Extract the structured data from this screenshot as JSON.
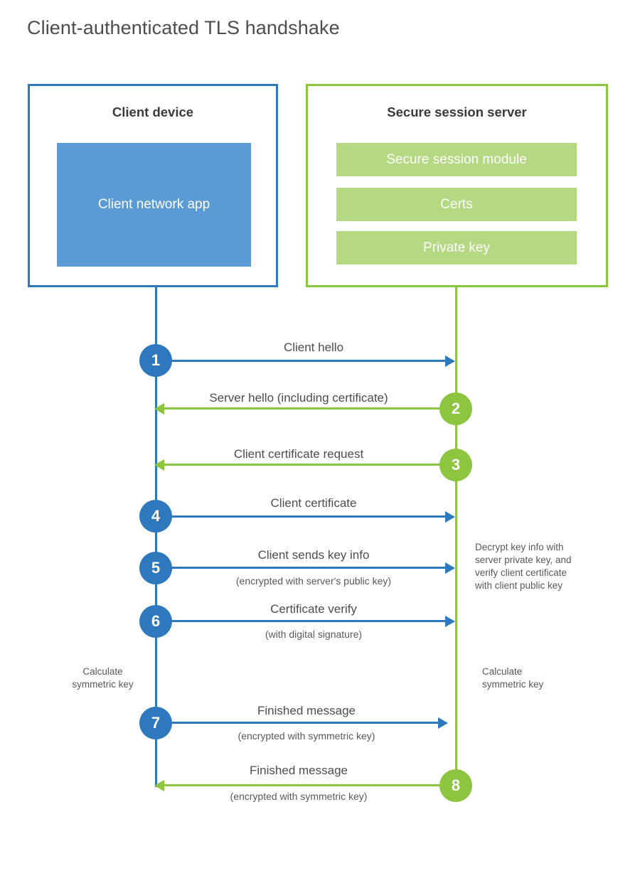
{
  "title": "Client-authenticated TLS handshake",
  "colors": {
    "client_accent": "#2e78bd",
    "client_fill": "#5b9bd5",
    "server_accent": "#8cc63f",
    "server_fill": "#b5d982",
    "text": "#4d4d4d"
  },
  "participants": {
    "client": {
      "title": "Client device",
      "app_label": "Client network\napp"
    },
    "server": {
      "title": "Secure session server",
      "modules": [
        "Secure session module",
        "Certs",
        "Private key"
      ]
    }
  },
  "messages": [
    {
      "number": "1",
      "direction": "to-server",
      "label": "Client hello",
      "sublabel": ""
    },
    {
      "number": "2",
      "direction": "to-client",
      "label": "Server hello (including certificate)",
      "sublabel": ""
    },
    {
      "number": "3",
      "direction": "to-client",
      "label": "Client certificate request",
      "sublabel": ""
    },
    {
      "number": "4",
      "direction": "to-server",
      "label": "Client certificate",
      "sublabel": ""
    },
    {
      "number": "5",
      "direction": "to-server",
      "label": "Client sends key info",
      "sublabel": "(encrypted with server's public key)"
    },
    {
      "number": "6",
      "direction": "to-server",
      "label": "Certificate verify",
      "sublabel": "(with digital signature)"
    },
    {
      "number": "7",
      "direction": "to-server",
      "label": "Finished message",
      "sublabel": "(encrypted with symmetric key)"
    },
    {
      "number": "8",
      "direction": "to-client",
      "label": "Finished message",
      "sublabel": "(encrypted with symmetric key)"
    }
  ],
  "notes": {
    "server_decrypt": "Decrypt key info with\nserver private key, and\nverify client certificate\nwith client public key",
    "client_calculate": "Calculate\nsymmetric key",
    "server_calculate": "Calculate\nsymmetric key"
  }
}
